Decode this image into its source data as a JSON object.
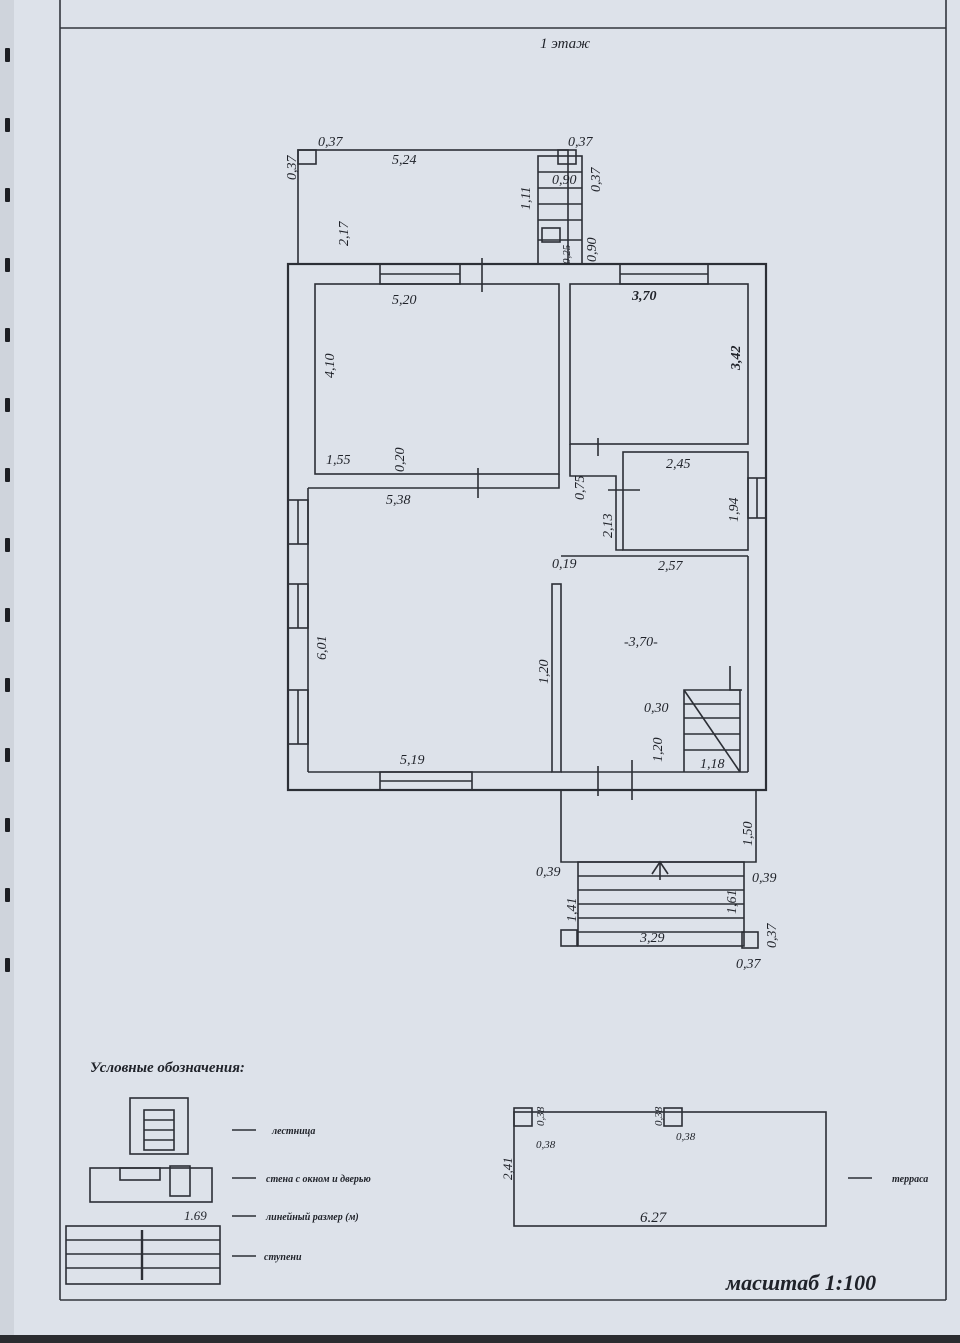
{
  "sheet": {
    "floor_title": "1 этаж",
    "scale_label": "масштаб 1:100"
  },
  "plan_dims": {
    "porch_left_corner": "0,37",
    "porch_left_corner_v": "0,37",
    "porch_width": "5,24",
    "porch_depth": "2,17",
    "porch_right_corner": "0,37",
    "porch_right_corner_v": "0,37",
    "stair_top_len": "1,11",
    "stair_top_width": "0,90",
    "stair_top_side": "0,90",
    "stair_top_landing": "0,25",
    "room1_width": "5,20",
    "room1_depth": "4,10",
    "room1_door": "1,55",
    "room1_door_gap": "0,20",
    "room2_width": "3,70",
    "room2_depth": "3,42",
    "hall_gap": "0,75",
    "hall_len": "2,13",
    "bath_width": "2,45",
    "bath_depth": "1,94",
    "living_width_top": "5,38",
    "living_depth": "6,01",
    "living_width_bottom": "5,19",
    "partition_len": "1,20",
    "partition_gap": "0,19",
    "hallway_top": "2,57",
    "hallway_width": "3,70",
    "stair_step": "0,30",
    "stair_side": "1,20",
    "stair_width": "1,18",
    "terrace_depth": "1,50",
    "steps_left": "0,39",
    "steps_right": "0,39",
    "steps_len_left": "1,41",
    "steps_len_right": "1,61",
    "steps_width": "3,29",
    "steps_corner_v": "0,37",
    "steps_corner_h": "0,37"
  },
  "legend": {
    "title": "Условные обозначения:",
    "items": [
      {
        "label": "лестница"
      },
      {
        "label": "стена с окном и дверью"
      },
      {
        "label": "линейный размер (м)",
        "sample": "1.69"
      },
      {
        "label": "ступени"
      }
    ]
  },
  "terrace_plan": {
    "width": "6.27",
    "depth": "2,41",
    "post_left_w": "0,38",
    "post_left_h": "0,38",
    "post_mid_w": "0,38",
    "post_mid_h": "0,38",
    "label": "терраса"
  }
}
